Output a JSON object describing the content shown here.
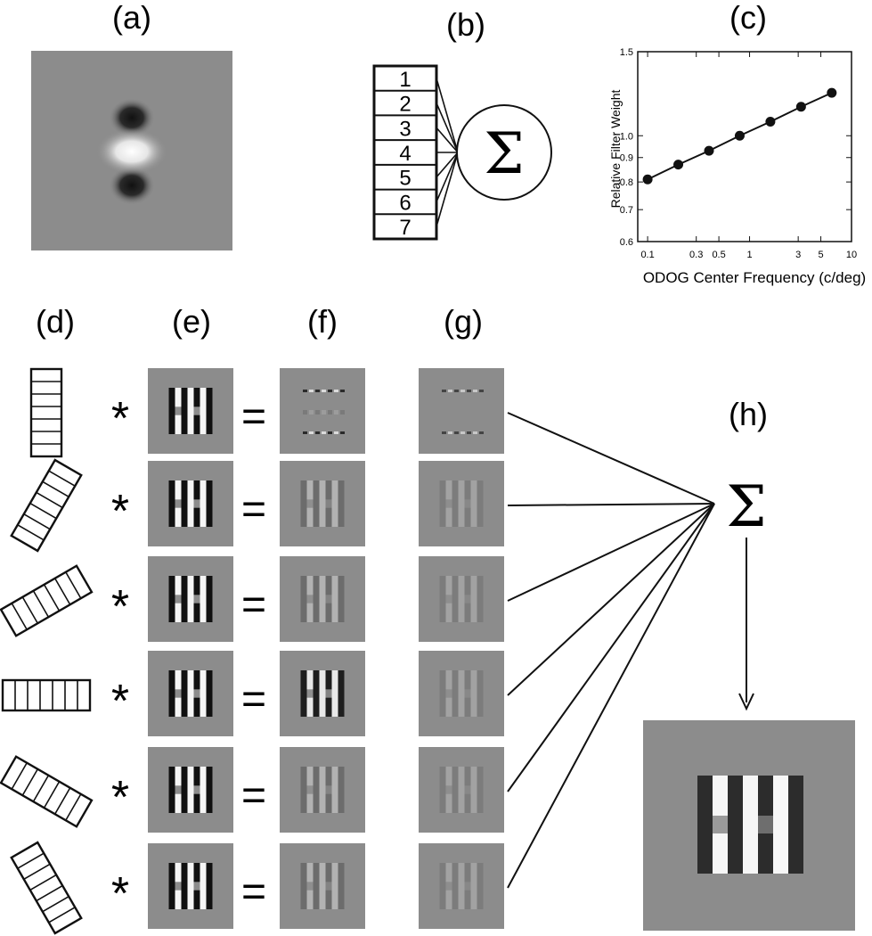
{
  "panel_labels": {
    "a": "(a)",
    "b": "(b)",
    "c": "(c)",
    "d": "(d)",
    "e": "(e)",
    "f": "(f)",
    "g": "(g)",
    "h": "(h)"
  },
  "filter_bank": {
    "numbers": [
      "1",
      "2",
      "3",
      "4",
      "5",
      "6",
      "7"
    ],
    "sum_symbol": "Σ"
  },
  "operators": {
    "convolve": "*",
    "equals": "="
  },
  "orientation_sum_symbol": "Σ",
  "colors": {
    "background": "#ffffff",
    "gray_field": "#8c8c8c",
    "ink": "#111111"
  },
  "chart_data": {
    "type": "line",
    "xlabel": "ODOG Center Frequency (c/deg)",
    "ylabel": "Relative Filter Weight",
    "x_scale": "log",
    "y_scale": "log",
    "xlim": [
      0.08,
      10
    ],
    "ylim": [
      0.6,
      1.5
    ],
    "x_ticks": [
      "0.1",
      "0.3",
      "0.5",
      "1",
      "3",
      "5",
      "10"
    ],
    "y_ticks": [
      "0.6",
      "0.7",
      "0.8",
      "0.9",
      "1.0",
      "1.5"
    ],
    "series": [
      {
        "x": [
          0.1,
          0.2,
          0.4,
          0.8,
          1.6,
          3.2,
          6.4
        ],
        "y": [
          0.81,
          0.87,
          0.93,
          1.0,
          1.07,
          1.15,
          1.23
        ]
      }
    ]
  }
}
